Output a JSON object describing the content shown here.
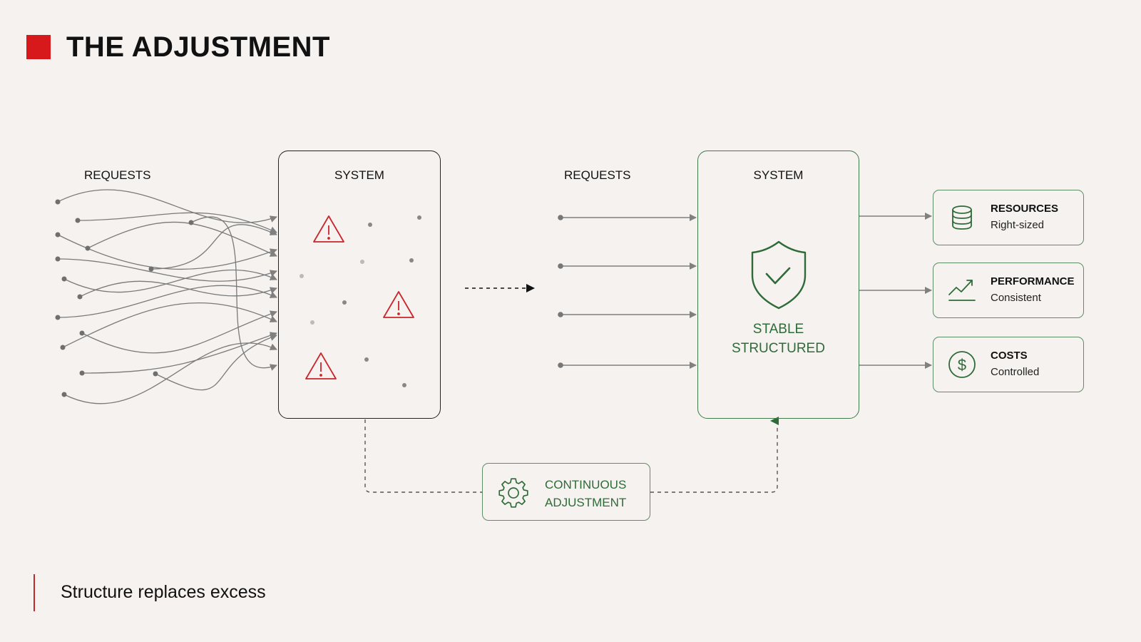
{
  "header": {
    "title": "THE ADJUSTMENT",
    "accent_color": "#d7191c"
  },
  "before": {
    "requests_label": "REQUESTS",
    "system_label": "SYSTEM",
    "warning_icon_count": 3,
    "state": "chaotic"
  },
  "transition": {
    "arrow": "dashed-arrow-right"
  },
  "after": {
    "requests_label": "REQUESTS",
    "system_label": "SYSTEM",
    "status_lines": [
      "STABLE",
      "STRUCTURED"
    ],
    "request_count": 4
  },
  "outcomes": [
    {
      "icon": "database-icon",
      "title": "RESOURCES",
      "subtitle": "Right-sized"
    },
    {
      "icon": "trend-up-icon",
      "title": "PERFORMANCE",
      "subtitle": "Consistent"
    },
    {
      "icon": "dollar-icon",
      "title": "COSTS",
      "subtitle": "Controlled"
    }
  ],
  "feedback": {
    "lines": [
      "CONTINUOUS",
      "ADJUSTMENT"
    ],
    "icon": "gear-icon"
  },
  "footer": {
    "tagline": "Structure replaces excess"
  },
  "colors": {
    "green": "#2e6b38",
    "warning": "#c8262b",
    "neutral": "#777777"
  }
}
